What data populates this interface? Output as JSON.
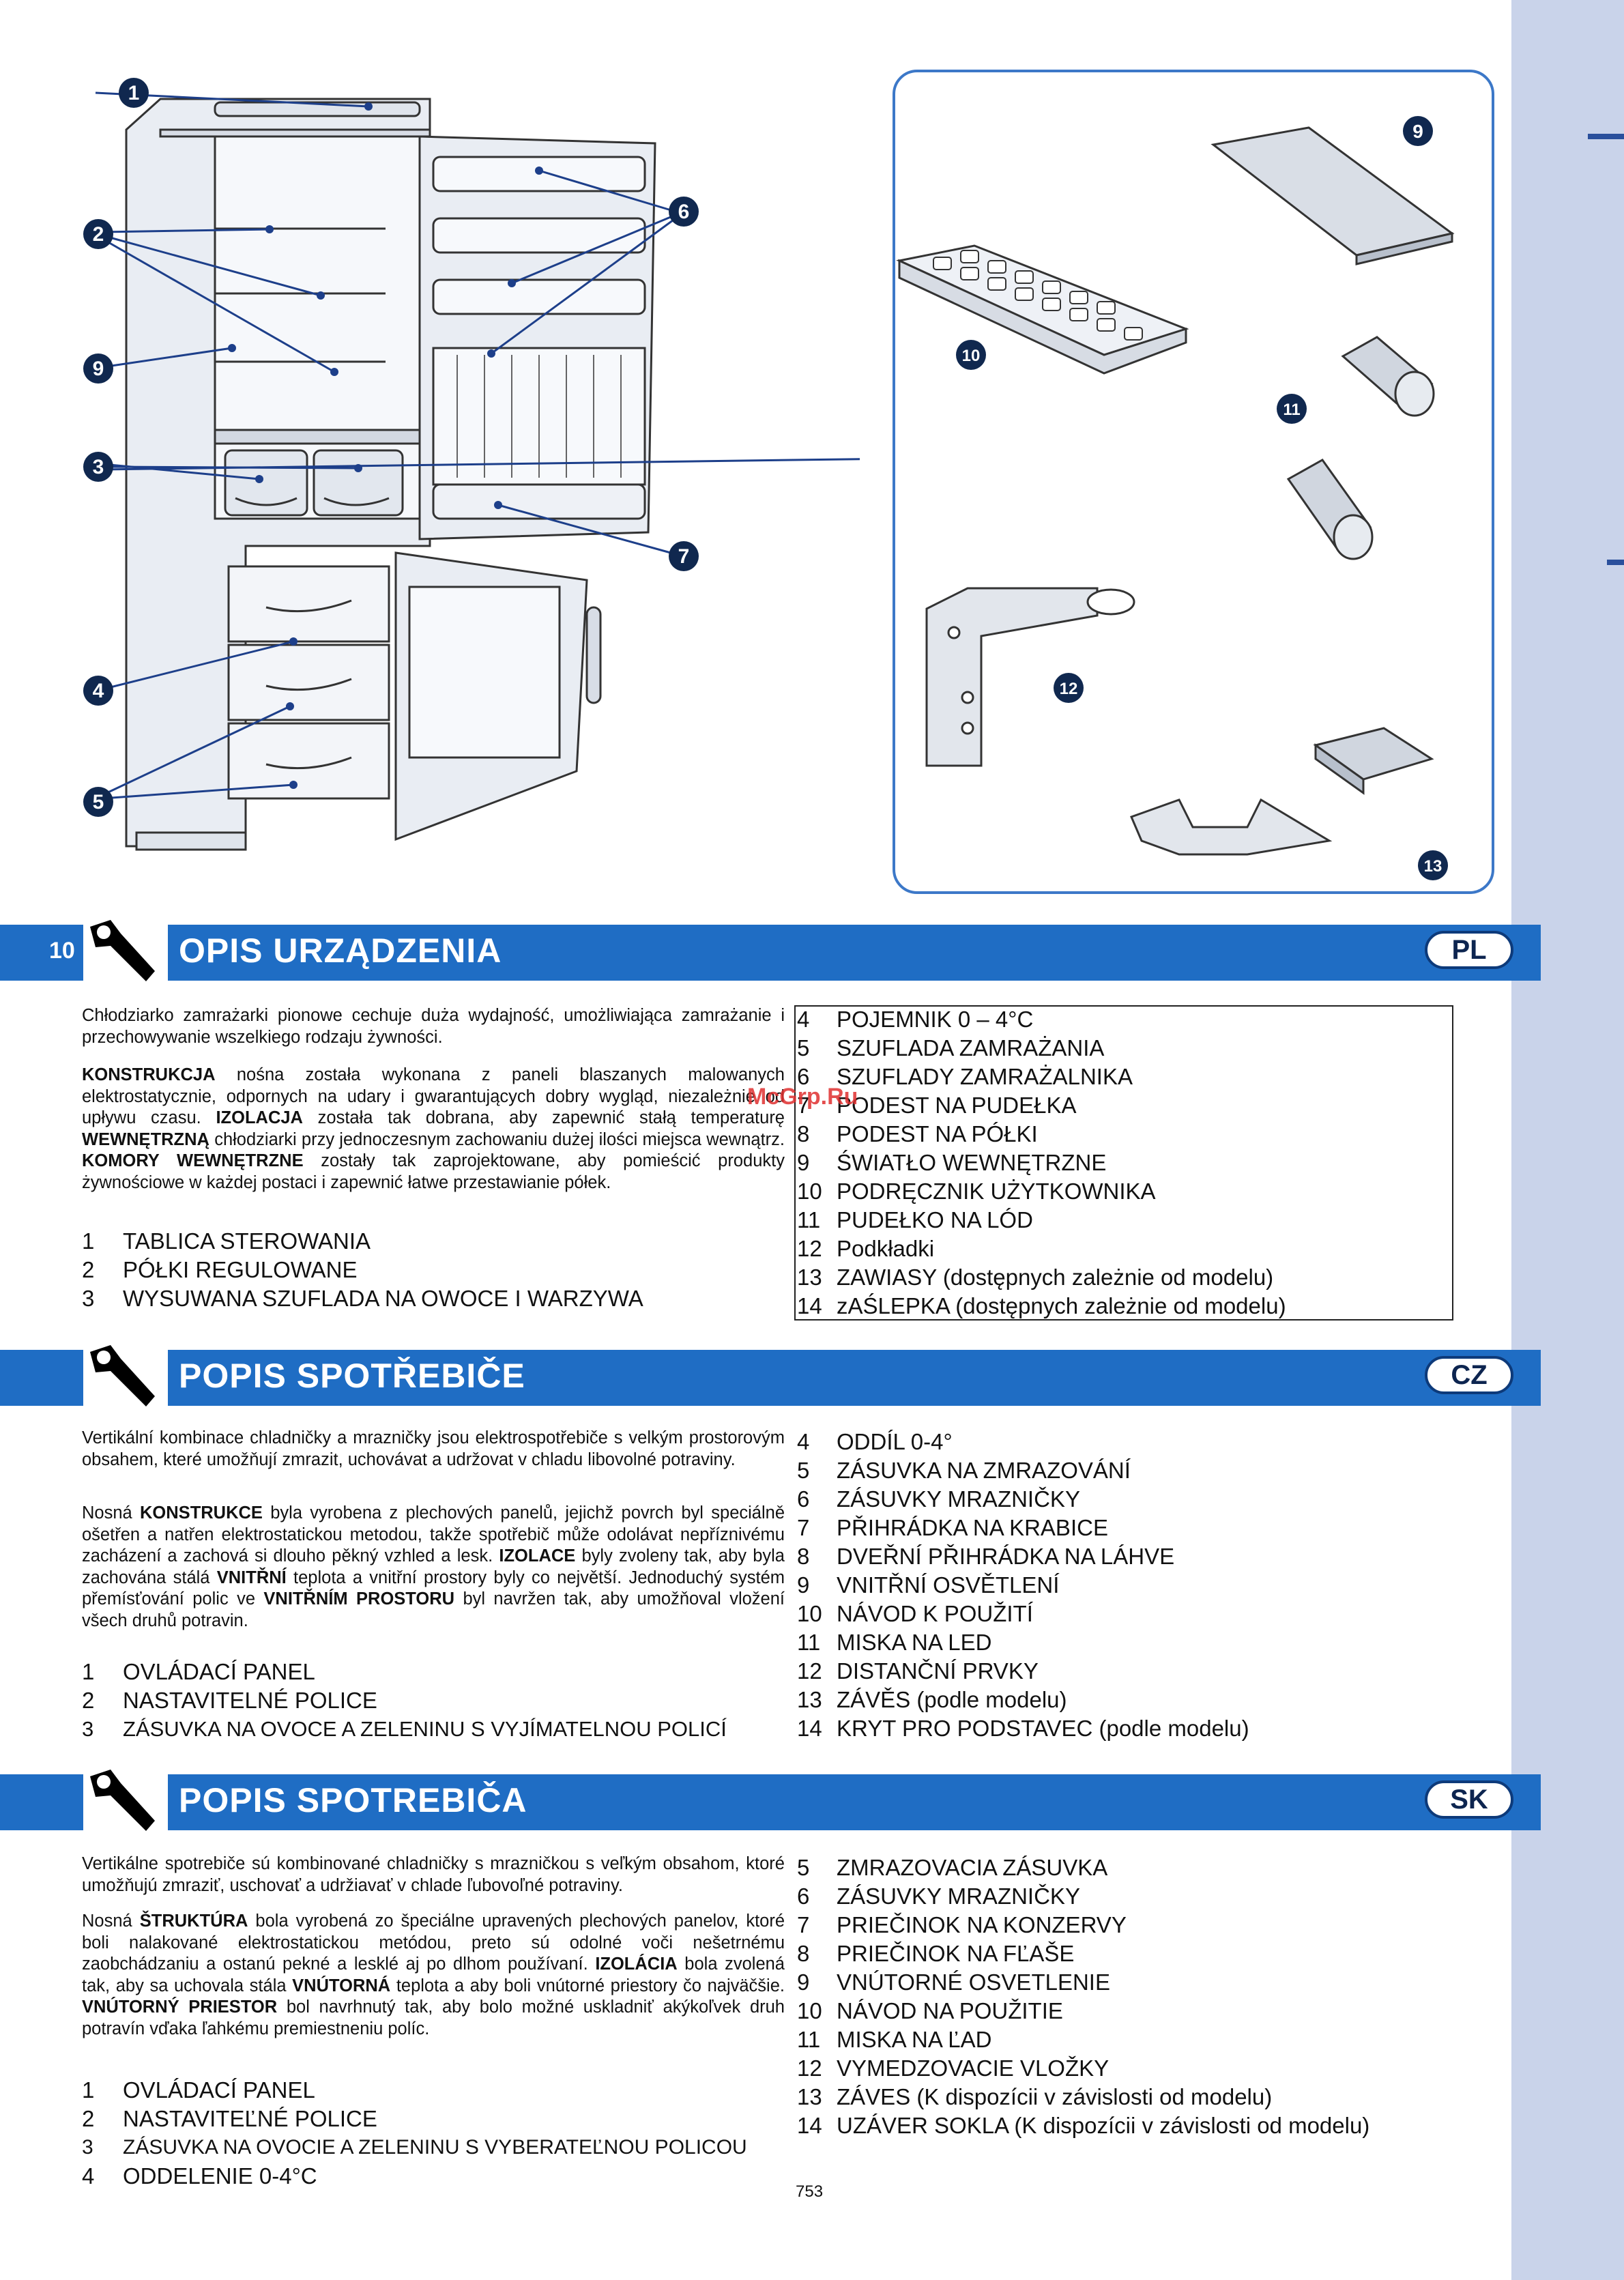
{
  "page_number": "10",
  "footer_page": "753",
  "watermark": "McGrp.Ru",
  "callouts": {
    "c1": "1",
    "c2": "2",
    "c3": "3",
    "c4": "4",
    "c5": "5",
    "c6": "6",
    "c7": "7",
    "c9": "9",
    "c9b": "9",
    "c10": "10",
    "c11": "11",
    "c12": "12",
    "c13": "13"
  },
  "sections": [
    {
      "title": "OPIS URZĄDZENIA",
      "lang": "PL",
      "para1": "Chłodziarko zamrażarki pionowe cechuje duża wydajność, umożliwiająca zamrażanie i przechowywanie wszelkiego rodzaju żywności.",
      "para2": {
        "k1": "KONSTRUKCJA",
        "t1": " nośna została wykonana z paneli blaszanych malowanych elektrostatycznie, odpornych na udary i gwarantujących dobry wygląd, niezależnie od upływu czasu. ",
        "k2": "IZOLACJA",
        "t2": " została tak dobrana, aby zapewnić stałą temperaturę ",
        "k3": "WEWNĘTRZNĄ",
        "t3": " chłodziarki przy jednoczesnym zachowaniu dużej ilości miejsca wewnątrz. ",
        "k4": "KOMORY WEWNĘTRZNE",
        "t4": " zostały tak zaprojektowane, aby pomieścić produkty żywnościowe w każdej postaci i zapewnić łatwe przestawianie półek."
      },
      "left_items": [
        {
          "n": "1",
          "t": "TABLICA STEROWANIA"
        },
        {
          "n": "2",
          "t": "PÓŁKI REGULOWANE"
        },
        {
          "n": "3",
          "t": "WYSUWANA SZUFLADA NA OWOCE I WARZYWA"
        }
      ],
      "right_items": [
        {
          "n": "4",
          "t": "POJEMNIK 0 – 4°C"
        },
        {
          "n": "5",
          "t": "SZUFLADA ZAMRAŻANIA"
        },
        {
          "n": "6",
          "t": "SZUFLADY ZAMRAŻALNIKA"
        },
        {
          "n": "7",
          "t": "PODEST NA PUDEŁKA"
        },
        {
          "n": "8",
          "t": "PODEST NA PÓŁKI"
        },
        {
          "n": "9",
          "t": "ŚWIATŁO WEWNĘTRZNE"
        },
        {
          "n": "10",
          "t": "PODRĘCZNIK UŻYTKOWNIKA"
        },
        {
          "n": "11",
          "t": "PUDEŁKO NA LÓD"
        },
        {
          "n": "12",
          "t": "Podkładki"
        },
        {
          "n": "13",
          "t": "ZAWIASY",
          "s": " (dostępnych zależnie od modelu)"
        },
        {
          "n": "14",
          "t": "zAŚLEPKA",
          "s": " (dostępnych zależnie od modelu)"
        }
      ]
    },
    {
      "title": "POPIS SPOTŘEBIČE",
      "lang": "CZ",
      "para1": "Vertikální kombinace chladničky a mrazničky jsou elektrospotřebiče s velkým prostorovým obsahem, které umožňují zmrazit, uchovávat a udržovat v chladu libovolné potraviny.",
      "para2": {
        "t0": "Nosná ",
        "k1": "KONSTRUKCE",
        "t1": " byla vyrobena z plechových panelů, jejichž povrch byl speciálně ošetřen a natřen elektrostatickou metodou, takže spotřebič může odolávat nepříznivému zacházení a zachová si dlouho pěkný vzhled a lesk. ",
        "k2": "IZOLACE",
        "t2": " byly zvoleny tak, aby byla zachována stálá ",
        "k3": "VNITŘNÍ",
        "t3": " teplota a vnitřní prostory byly co největší. Jednoduchý systém přemísťování polic ve ",
        "k4": "VNITŘNÍM PROSTORU",
        "t4": " byl navržen tak, aby umožňoval vložení všech druhů potravin."
      },
      "left_items": [
        {
          "n": "1",
          "t": "OVLÁDACÍ PANEL"
        },
        {
          "n": "2",
          "t": "NASTAVITELNÉ POLICE"
        },
        {
          "n": "3",
          "t": "ZÁSUVKA NA OVOCE A ZELENINU S VYJÍMATELNOU POLICÍ"
        }
      ],
      "right_items": [
        {
          "n": "4",
          "t": "ODDÍL 0-4°"
        },
        {
          "n": "5",
          "t": "ZÁSUVKA NA ZMRAZOVÁNÍ"
        },
        {
          "n": "6",
          "t": "ZÁSUVKY MRAZNIČKY"
        },
        {
          "n": "7",
          "t": "PŘIHRÁDKA NA KRABICE"
        },
        {
          "n": "8",
          "t": "DVEŘNÍ PŘIHRÁDKA NA LÁHVE"
        },
        {
          "n": "9",
          "t": "VNITŘNÍ OSVĚTLENÍ"
        },
        {
          "n": "10",
          "t": "NÁVOD K POUŽITÍ"
        },
        {
          "n": "11",
          "t": "MISKA NA LED"
        },
        {
          "n": "12",
          "t": "DISTANČNÍ PRVKY"
        },
        {
          "n": "13",
          "t": "ZÁVĚS",
          "s": " (podle modelu)"
        },
        {
          "n": "14",
          "t": "KRYT PRO PODSTAVEC",
          "s": " (podle modelu)"
        }
      ]
    },
    {
      "title": "POPIS SPOTREBIČA",
      "lang": "SK",
      "para1": "Vertikálne spotrebiče sú kombinované chladničky s mrazničkou s veľkým obsahom, ktoré umožňujú zmraziť, uschovať a udržiavať v chlade ľubovoľné potraviny.",
      "para2": {
        "t0": "Nosná ",
        "k1": "ŠTRUKTÚRA",
        "t1": " bola vyrobená zo špeciálne upravených plechových panelov, ktoré boli nalakované elektrostatickou metódou, preto sú odolné voči nešetrnému zaobchádzaniu a ostanú pekné a lesklé aj po dlhom používaní. ",
        "k2": "IZOLÁCIA",
        "t2": " bola zvolená tak, aby sa uchovala stála ",
        "k3": "VNÚTORNÁ",
        "t3": " teplota a aby boli vnútorné priestory čo najväčšie. ",
        "k4": "VNÚTORNÝ PRIESTOR",
        "t4": " bol navrhnutý tak, aby bolo možné uskladniť akýkoľvek druh potravín vďaka ľahkému premiestneniu políc."
      },
      "left_items": [
        {
          "n": "1",
          "t": "OVLÁDACÍ PANEL"
        },
        {
          "n": "2",
          "t": "NASTAVITEĽNÉ POLICE"
        },
        {
          "n": "3",
          "t": "ZÁSUVKA NA OVOCIE A ZELENINU S VYBERATEĽNOU POLICOU"
        },
        {
          "n": "4",
          "t": "ODDELENIE 0-4°C"
        }
      ],
      "right_items": [
        {
          "n": "5",
          "t": "ZMRAZOVACIA ZÁSUVKA"
        },
        {
          "n": "6",
          "t": "ZÁSUVKY MRAZNIČKY"
        },
        {
          "n": "7",
          "t": "PRIEČINOK NA KONZERVY"
        },
        {
          "n": "8",
          "t": "PRIEČINOK NA FĽAŠE"
        },
        {
          "n": "9",
          "t": "VNÚTORNÉ OSVETLENIE"
        },
        {
          "n": "10",
          "t": "NÁVOD NA POUŽITIE"
        },
        {
          "n": "11",
          "t": "MISKA NA ĽAD"
        },
        {
          "n": "12",
          "t": "VYMEDZOVACIE VLOŽKY"
        },
        {
          "n": "13",
          "t": "ZÁVES",
          "s": " (K dispozícii v závislosti od modelu)"
        },
        {
          "n": "14",
          "t": "UZÁVER SOKLA",
          "s": " (K dispozícii v závislosti od modelu)"
        }
      ]
    }
  ]
}
